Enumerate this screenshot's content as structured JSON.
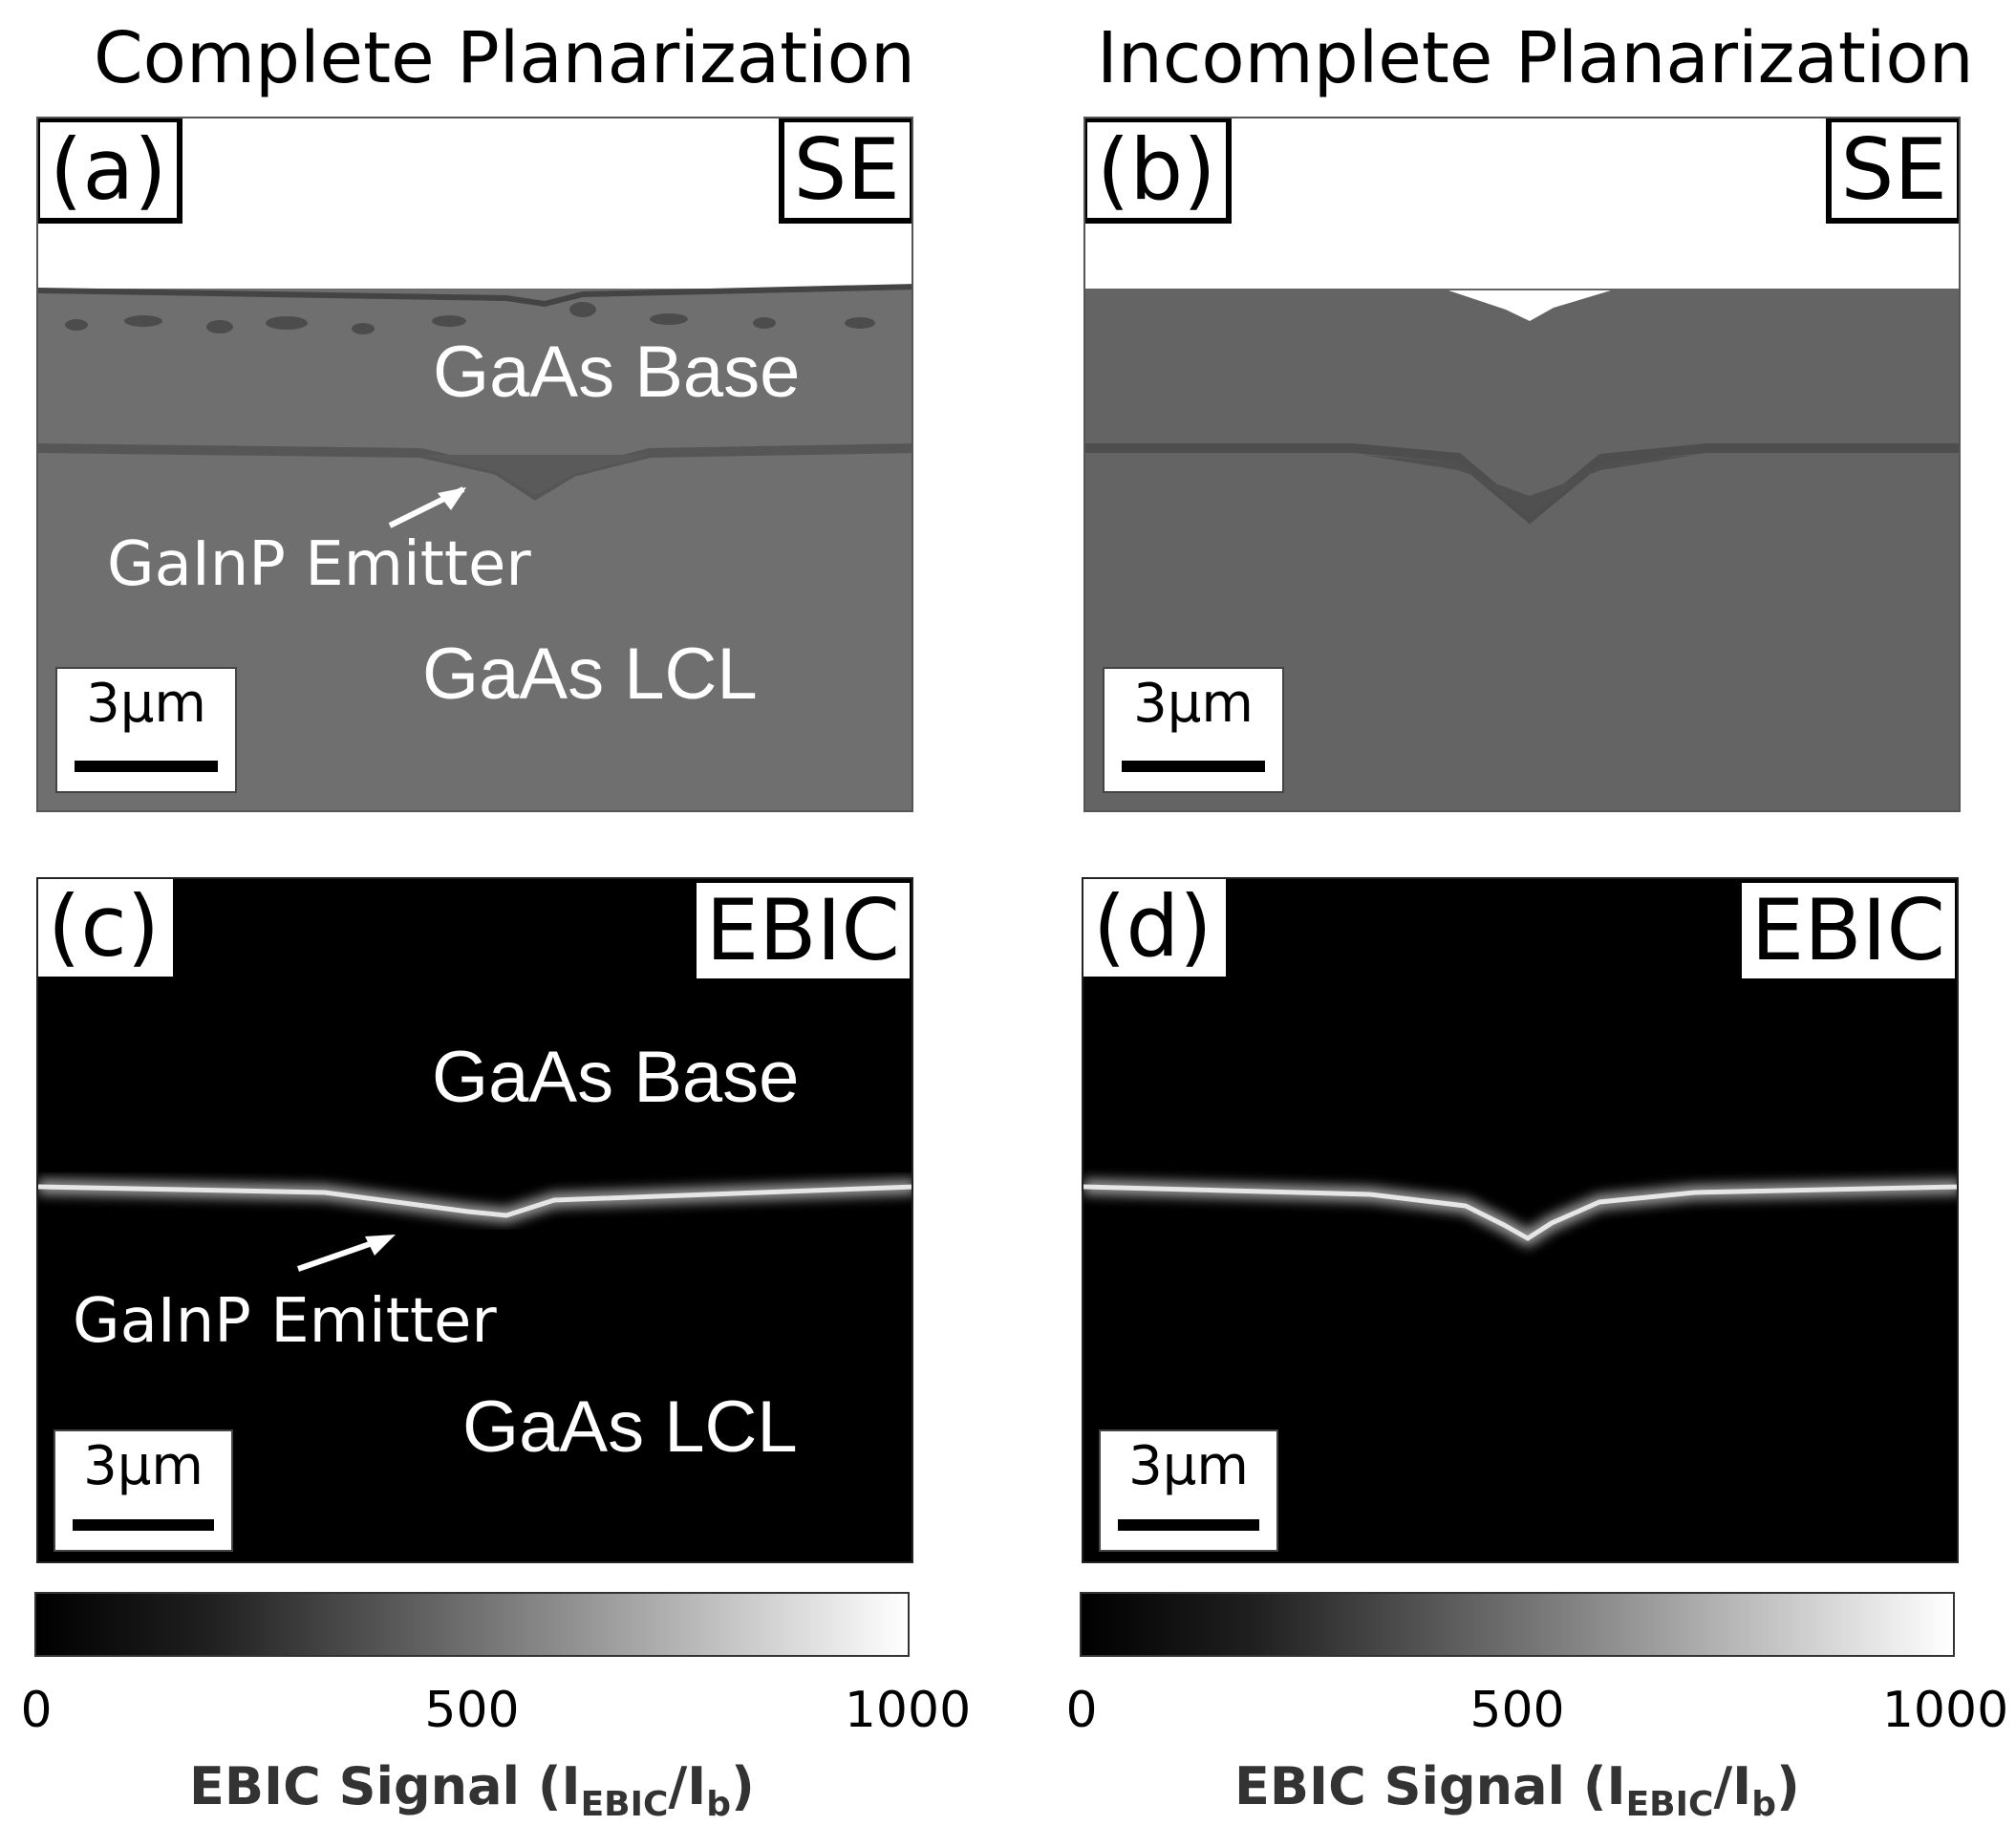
{
  "titles": {
    "left": "Complete Planarization",
    "right": "Incomplete Planarization"
  },
  "panels": {
    "a": {
      "letter": "(a)",
      "mode": "SE",
      "base": "GaAs Base",
      "emitter": "GaInP Emitter",
      "lcl": "GaAs LCL",
      "scale": "3μm"
    },
    "b": {
      "letter": "(b)",
      "mode": "SE",
      "scale": "3μm"
    },
    "c": {
      "letter": "(c)",
      "mode": "EBIC",
      "base": "GaAs Base",
      "emitter": "GaInP Emitter",
      "lcl": "GaAs LCL",
      "scale": "3μm"
    },
    "d": {
      "letter": "(d)",
      "mode": "EBIC",
      "scale": "3μm"
    }
  },
  "colorbar": {
    "min": "0",
    "mid": "500",
    "max": "1000",
    "label_main": "EBIC Signal (I",
    "label_sub1": "EBIC",
    "label_slash": "/I",
    "label_sub2": "b",
    "label_close": ")",
    "colors": [
      "#000000",
      "#ffffff"
    ]
  }
}
